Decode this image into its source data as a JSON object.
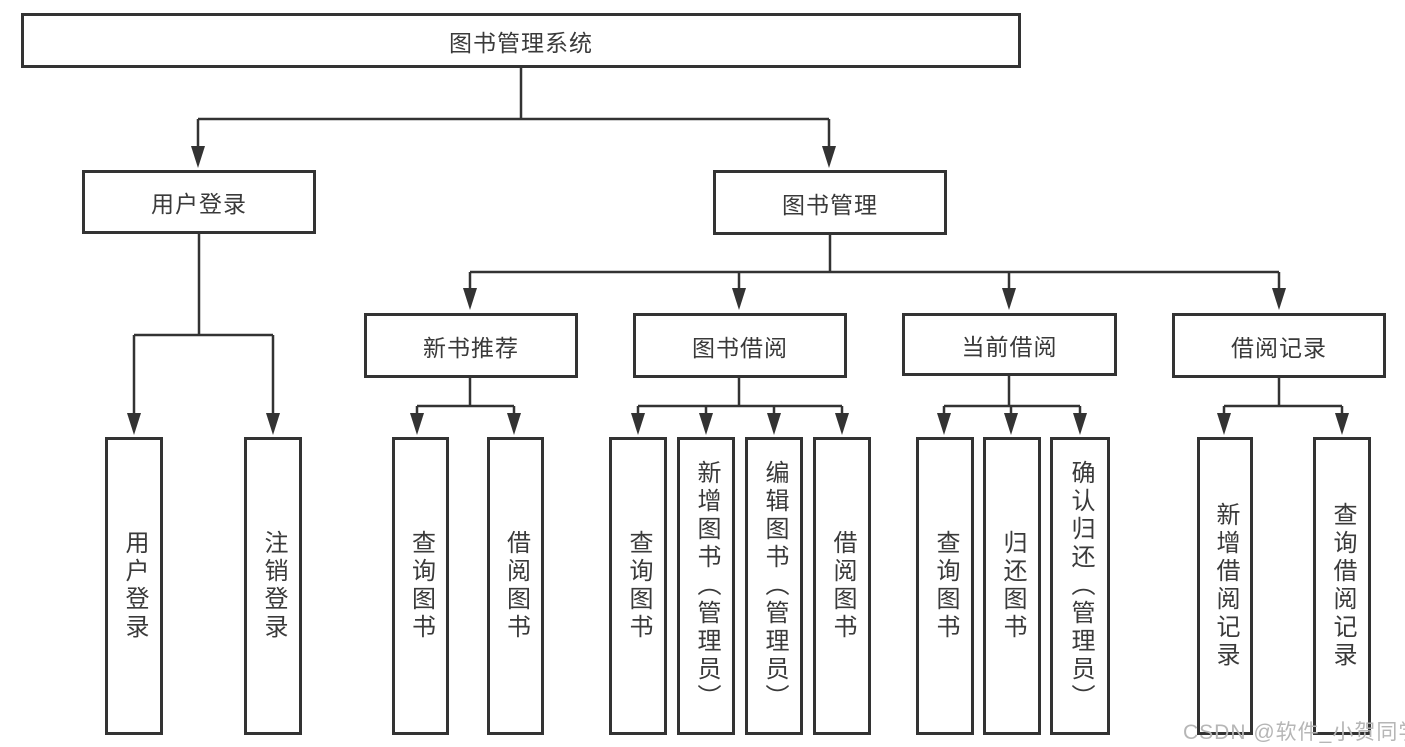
{
  "tree": {
    "root": {
      "label": "图书管理系统"
    },
    "user_login": {
      "label": "用户登录",
      "children": {
        "login": "用户登录",
        "logout": "注销登录"
      }
    },
    "book_mgmt": {
      "label": "图书管理"
    },
    "new_books": {
      "label": "新书推荐",
      "children": {
        "query": "查询图书",
        "borrow": "借阅图书"
      }
    },
    "borrowing": {
      "label": "图书借阅",
      "children": {
        "query": "查询图书",
        "add": "新增图书（管理员）",
        "edit": "编辑图书（管理员）",
        "borrow": "借阅图书"
      }
    },
    "current": {
      "label": "当前借阅",
      "children": {
        "query": "查询图书",
        "return": "归还图书",
        "confirm": "确认归还（管理员）"
      }
    },
    "records": {
      "label": "借阅记录",
      "children": {
        "add": "新增借阅记录",
        "query": "查询借阅记录"
      }
    }
  },
  "watermark": {
    "text": "CSDN @软件_小贺同学"
  },
  "colors": {
    "line": "#333333",
    "text": "#3a3a3a",
    "watermark": "#b6b6b6",
    "background": "#ffffff"
  }
}
